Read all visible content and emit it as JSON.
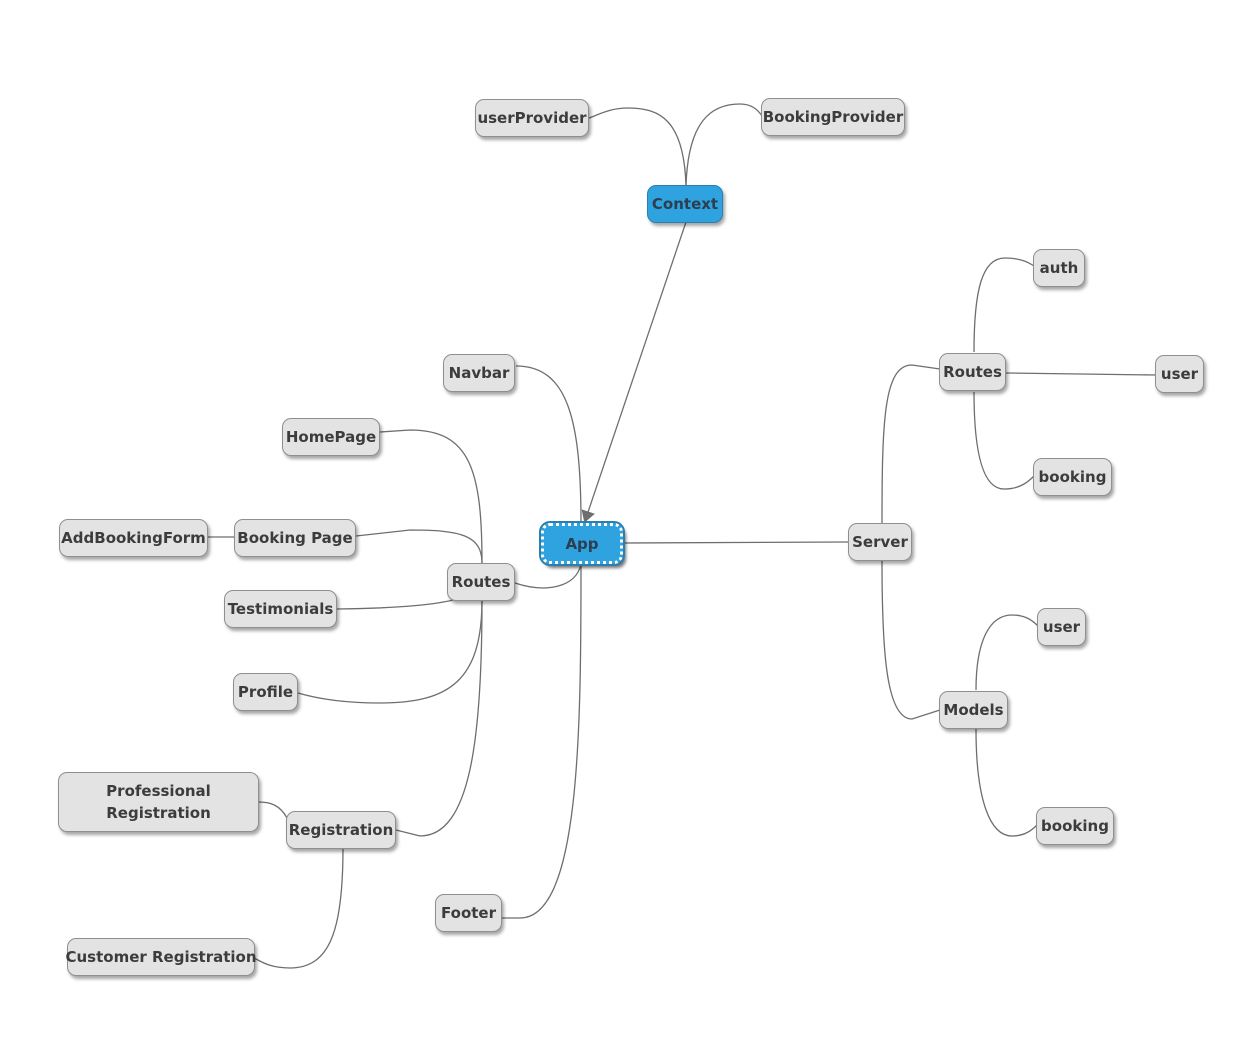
{
  "nodes": {
    "context": "Context",
    "user_provider": "userProvider",
    "booking_provider": "BookingProvider",
    "app": "App",
    "navbar": "Navbar",
    "client_routes": "Routes",
    "homepage": "HomePage",
    "booking_page": "Booking Page",
    "add_booking_form": "AddBookingForm",
    "testimonials": "Testimonials",
    "profile": "Profile",
    "registration": "Registration",
    "professional_registration": "Professional Registration",
    "customer_registration": "Customer Registration",
    "footer": "Footer",
    "server": "Server",
    "server_routes": "Routes",
    "routes_auth": "auth",
    "routes_user": "user",
    "routes_booking": "booking",
    "models": "Models",
    "models_user": "user",
    "models_booking": "booking"
  },
  "colors": {
    "node_fill": "#e3e3e3",
    "highlight_fill": "#2ea3df",
    "edge": "#6e6e6e"
  }
}
